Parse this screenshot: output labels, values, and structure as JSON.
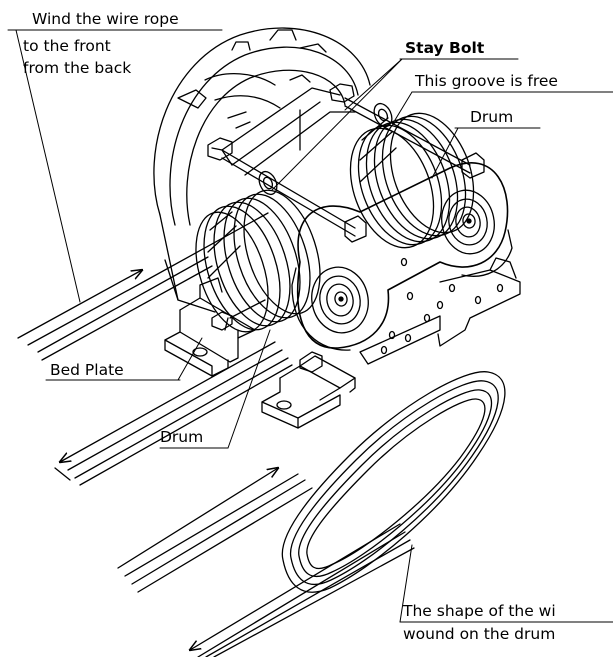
{
  "labels": {
    "wind_line1": "Wind the wire rope",
    "wind_line2": "to the front",
    "wind_line3": "from the back",
    "stay_bolt": "Stay Bolt",
    "groove_free": "This groove is free",
    "drum_top": "Drum",
    "bed_plate": "Bed Plate",
    "drum_bottom": "Drum",
    "shape_line1": "The shape of the wi",
    "shape_line2": "wound on the drum"
  },
  "colors": {
    "ink": "#000000",
    "paper": "#ffffff"
  }
}
